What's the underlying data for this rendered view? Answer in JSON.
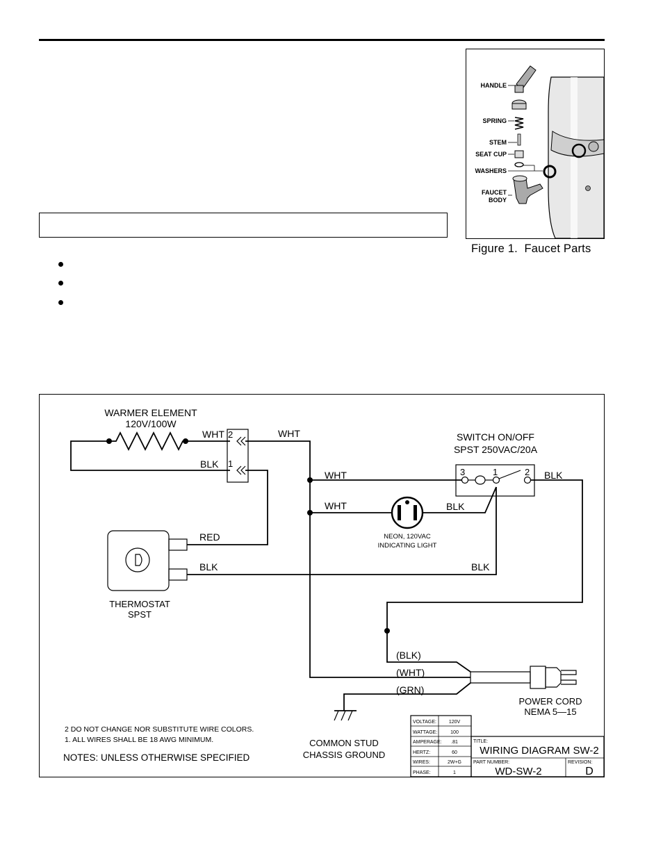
{
  "figure": {
    "caption": "Figure 1.  Faucet Parts",
    "labels": {
      "handle": "HANDLE",
      "spring": "SPRING",
      "stem": "STEM",
      "seat_cup": "SEAT CUP",
      "washers": "WASHERS",
      "faucet_body_1": "FAUCET",
      "faucet_body_2": "BODY"
    }
  },
  "diagram": {
    "warmer_element": {
      "line1": "WARMER  ELEMENT",
      "line2": "120V/100W"
    },
    "terminal_block": {
      "pin_top": "2",
      "pin_bottom": "1"
    },
    "switch": {
      "line1": "SWITCH  ON/OFF",
      "line2": "SPST  250VAC/20A",
      "pin3": "3",
      "pin1": "1",
      "pin2": "2"
    },
    "neon": {
      "line1": "NEON,  120VAC",
      "line2": "INDICATING  LIGHT"
    },
    "thermostat": {
      "line1": "THERMOSTAT",
      "line2": "SPST"
    },
    "wires": {
      "wht_tb2": "WHT",
      "wht_top": "WHT",
      "blk_tb1": "BLK",
      "wht_switch": "WHT",
      "wht_neon": "WHT",
      "blk_neon": "BLK",
      "blk_switch_out": "BLK",
      "red": "RED",
      "blk_thermo": "BLK",
      "blk_thermo_right": "BLK"
    },
    "cord_wires": {
      "blk": "(BLK)",
      "wht": "(WHT)",
      "grn": "(GRN)"
    },
    "power_cord": {
      "line1": "POWER  CORD",
      "line2": "NEMA  5—15"
    },
    "ground": {
      "line1": "COMMON  STUD",
      "line2": "CHASSIS  GROUND"
    },
    "notes": {
      "note2": "2   DO  NOT  CHANGE   NOR  SUBSTITUTE  WIRE  COLORS.",
      "note1": "1.  ALL  WIRES  SHALL  BE  18  AWG  MINIMUM.",
      "heading": "NOTES:    UNLESS  OTHERWISE  SPECIFIED"
    },
    "specs": [
      {
        "label": "VOLTAGE:",
        "value": "120V"
      },
      {
        "label": "WATTAGE:",
        "value": "100"
      },
      {
        "label": "AMPERAGE:",
        "value": ".81"
      },
      {
        "label": "HERTZ:",
        "value": "60"
      },
      {
        "label": "WIRES:",
        "value": "2W+G"
      },
      {
        "label": "PHASE:",
        "value": "1"
      }
    ],
    "title_block": {
      "title_label": "TITLE:",
      "title": "WIRING  DIAGRAM  SW-2",
      "part_label": "PART NUMBER:",
      "part": "WD-SW-2",
      "rev_label": "REVISION:",
      "rev": "D"
    }
  }
}
